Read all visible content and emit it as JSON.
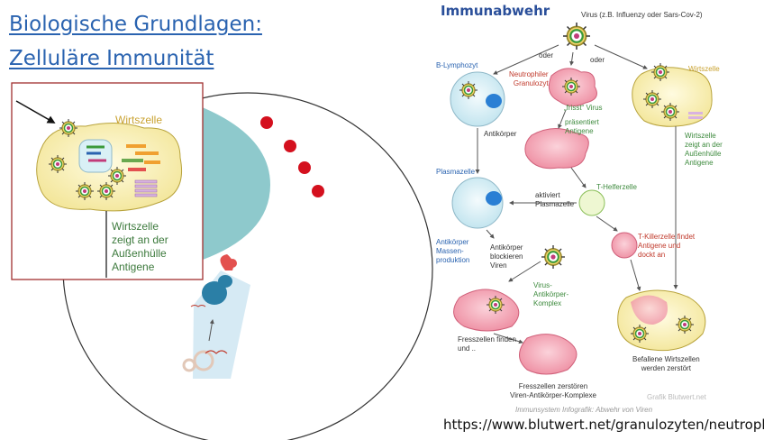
{
  "title": {
    "line1": "Biologische Grundlagen:",
    "line2": "Zelluläre Immunität"
  },
  "inset": {
    "host_cell_label": "Wirtszelle",
    "desc_line1": "Wirtszelle",
    "desc_line2": "zeigt an der",
    "desc_line3": "Außenhülle",
    "desc_line4": "Antigene"
  },
  "infographic": {
    "title": "Immunabwehr",
    "virus": "Virus (z.B. Influenzy oder Sars-Cov-2)",
    "oder1": "oder",
    "oder2": "oder",
    "b_lymphozyt": "B-Lymphozyt",
    "neutrophil_1": "Neutrophiler",
    "neutrophil_2": "Granulozyt",
    "wirtszelle": "Wirtszelle",
    "frisst": "„frisst“ Virus",
    "praesentiert_1": "präsentiert",
    "praesentiert_2": "Antigene",
    "antikoerper": "Antikörper",
    "wirt_zeigt_1": "Wirtszelle",
    "wirt_zeigt_2": "zeigt an der",
    "wirt_zeigt_3": "Außenhülle",
    "wirt_zeigt_4": "Antigene",
    "plasmazelle": "Plasmazelle",
    "t_helferzelle": "T-Helferzelle",
    "aktiviert_1": "aktiviert",
    "aktiviert_2": "Plasmazelle",
    "t_killer_1": "T-Killerzelle findet",
    "t_killer_2": "Antigene und",
    "t_killer_3": "dockt an",
    "ak_massen_1": "Antikörper",
    "ak_massen_2": "Massen-",
    "ak_massen_3": "produktion",
    "ak_block_1": "Antikörper",
    "ak_block_2": "blockieren",
    "ak_block_3": "Viren",
    "komplex_1": "Virus-",
    "komplex_2": "Antikörper-",
    "komplex_3": "Komplex",
    "fress_finden_1": "Fresszellen finden",
    "fress_finden_2": "und ..",
    "fress_zerst_1": "Fresszellen zerstören",
    "fress_zerst_2": "Viren-Antikörper-Komplexe",
    "befallene_1": "Befallene Wirtszellen",
    "befallene_2": "werden zerstört",
    "credit": "Grafik Blutwert.net",
    "caption": "Immunsystem Infografik: Abwehr von Viren"
  },
  "url": "https://www.blutwert.net/granulozyten/neutrophil/",
  "colors": {
    "title_blue": "#2a63b0",
    "teal": "#8ec9cc",
    "red_dot": "#d4101e",
    "host_cell": "#fbf3b4",
    "pink_cell": "#f4a3b2",
    "blue_cell": "#d9f0f6"
  }
}
